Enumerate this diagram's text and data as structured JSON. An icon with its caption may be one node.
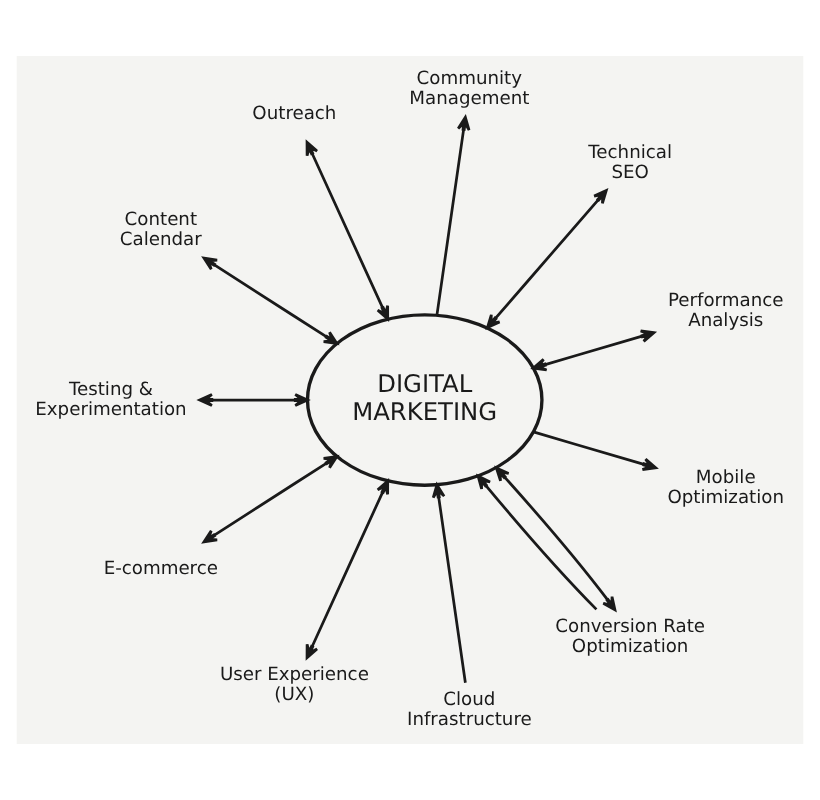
{
  "diagram": {
    "nodes": [
      {
        "text": [
          "DIGITAL MARKETING"
        ]
      },
      {
        "text": [
          "Outreach"
        ]
      },
      {
        "text": [
          "Community Management"
        ]
      },
      {
        "text": [
          "Technical SEO"
        ]
      },
      {
        "text": [
          "Content Calendar"
        ]
      },
      {
        "text": [
          "Performance Analysis"
        ]
      },
      {
        "text": [
          "Testing & Experimentation"
        ]
      },
      {
        "text": [
          "E-commerce"
        ]
      },
      {
        "text": [
          "Mobile Optimization"
        ]
      },
      {
        "text": [
          "User Experience (UX)"
        ]
      },
      {
        "text": [
          "Cloud Infrastructure"
        ]
      },
      {
        "text": [
          "Conversion Rate Optimization"
        ]
      }
    ],
    "edges": [
      {
        "from": 0,
        "to": 1,
        "arrow": "both"
      },
      {
        "from": 0,
        "to": 2,
        "arrow": "to"
      },
      {
        "from": 0,
        "to": 3,
        "arrow": "both"
      },
      {
        "from": 0,
        "to": 5,
        "arrow": "both"
      },
      {
        "from": 0,
        "to": 8,
        "arrow": "to"
      },
      {
        "from": 0,
        "to": 11,
        "arrow": "both"
      },
      {
        "from": 11,
        "to": 0,
        "arrow": "to"
      },
      {
        "from": 10,
        "to": 0,
        "arrow": "to"
      },
      {
        "from": 0,
        "to": 9,
        "arrow": "both"
      },
      {
        "from": 0,
        "to": 7,
        "arrow": "both"
      },
      {
        "from": 0,
        "to": 6,
        "arrow": "both"
      },
      {
        "from": 0,
        "to": 4,
        "arrow": "both"
      }
    ]
  }
}
